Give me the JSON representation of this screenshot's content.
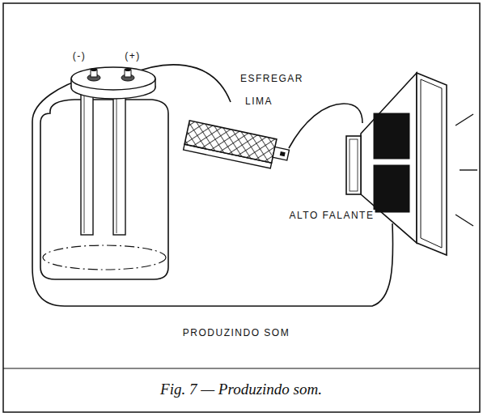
{
  "diagram": {
    "caption": "Fig. 7 — Produzindo som.",
    "labels": [
      "(-)",
      "(+)",
      "ESFREGAR",
      "LIMA",
      "ALTO FALANTE",
      "PRODUZINDO SOM"
    ]
  }
}
